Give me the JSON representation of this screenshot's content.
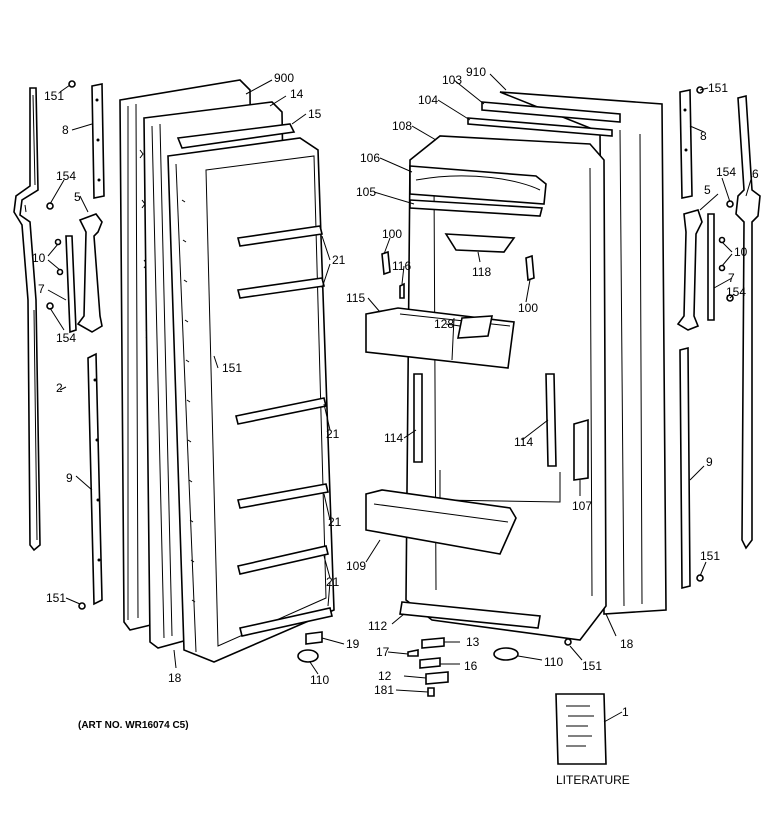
{
  "art_no": "(ART NO. WR16074 C5)",
  "literature_label": "LITERATURE",
  "callouts": {
    "c151_tl": "151",
    "c8_l": "8",
    "c154_l": "154",
    "c5_l": "5",
    "c10_l": "10",
    "c7_l": "7",
    "c154_l2": "154",
    "c2": "2",
    "c9_l": "9",
    "c151_bl": "151",
    "c900": "900",
    "c14": "14",
    "c15": "15",
    "c21_a": "21",
    "c151_mid": "151",
    "c21_b": "21",
    "c21_c": "21",
    "c21_d": "21",
    "c18_l": "18",
    "c19": "19",
    "c110_l": "110",
    "c103": "103",
    "c910": "910",
    "c104": "104",
    "c108": "108",
    "c106": "106",
    "c105": "105",
    "c100_a": "100",
    "c116": "116",
    "c118": "118",
    "c100_b": "100",
    "c115": "115",
    "c128": "128",
    "c114_l": "114",
    "c114_r": "114",
    "c107": "107",
    "c109": "109",
    "c112": "112",
    "c18_r": "18",
    "c13": "13",
    "c17": "17",
    "c16": "16",
    "c110_r": "110",
    "c151_rb": "151",
    "c12": "12",
    "c181": "181",
    "c1": "1",
    "c151_tr": "151",
    "c8_r": "8",
    "c154_r": "154",
    "c6": "6",
    "c5_r": "5",
    "c10_r": "10",
    "c7_r": "7",
    "c154_r2": "154",
    "c9_r": "9",
    "c151_br": "151"
  }
}
